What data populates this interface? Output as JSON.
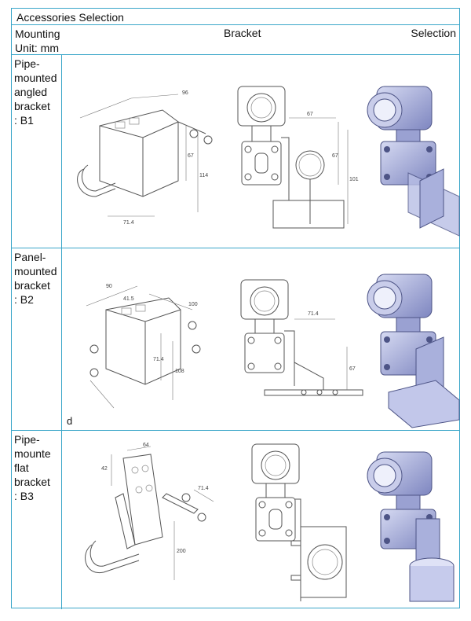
{
  "table": {
    "title": "Accessories Selection",
    "header": {
      "mounting": "Mounting",
      "unit": "Unit: mm",
      "bracket": "Bracket",
      "selection": "Selection"
    },
    "rows": [
      {
        "label_lines": [
          "Pipe-",
          "mounted",
          "angled",
          "bracket",
          ": B1"
        ],
        "dims": [
          "96",
          "67",
          "114",
          "71.4",
          "67",
          "67",
          "101"
        ]
      },
      {
        "label_lines": [
          "Panel-",
          "mounted",
          "bracket",
          ": B2"
        ],
        "note": "d",
        "dims": [
          "90",
          "41.5",
          "100",
          "71.4",
          "108",
          "71.4",
          "67"
        ]
      },
      {
        "label_lines": [
          "Pipe-",
          "mounte",
          "flat",
          "bracket",
          ": B3"
        ],
        "dims": [
          "64",
          "42",
          "71.4",
          "200"
        ]
      }
    ]
  },
  "colors": {
    "border": "#3aa6c9",
    "render_body": "#a9b0dc",
    "render_shade": "#6c73a8"
  }
}
